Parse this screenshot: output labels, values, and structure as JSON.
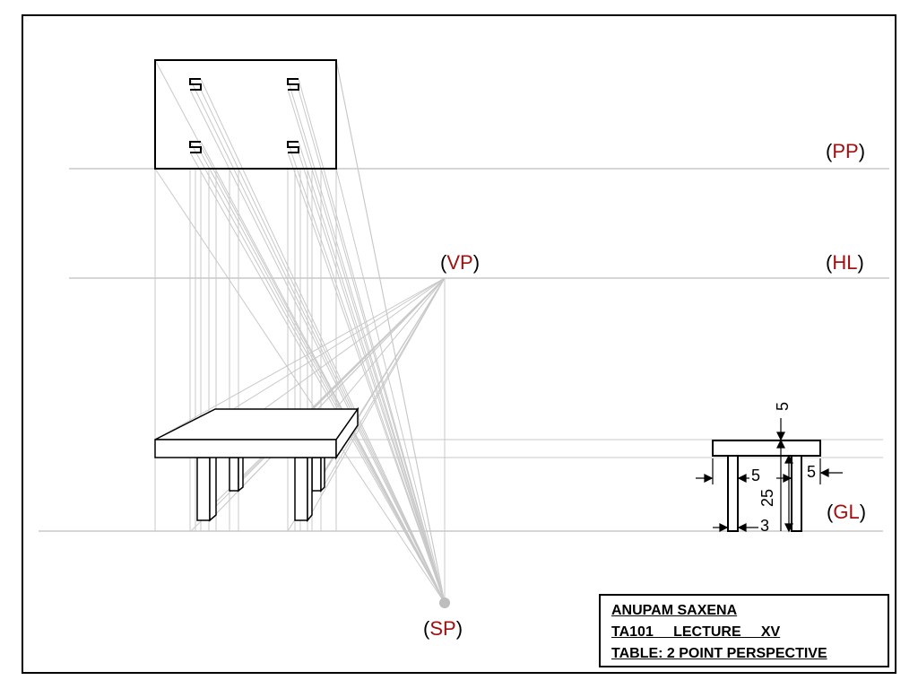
{
  "labels": {
    "pp": "PP",
    "hl": "HL",
    "vp": "VP",
    "gl": "GL",
    "sp": "SP"
  },
  "dimensions": {
    "top_thickness": "5",
    "leg_inset_left": "5",
    "leg_inset_right": "5",
    "leg_height": "25",
    "leg_width": "3"
  },
  "title_block": {
    "author": "ANUPAM SAXENA",
    "course_lecture": "TA101     LECTURE     XV",
    "drawing_title": "TABLE: 2 POINT PERSPECTIVE"
  },
  "colors": {
    "label_accent": "#a01010",
    "construction_line": "#c8c8c8",
    "object_line": "#000000"
  }
}
